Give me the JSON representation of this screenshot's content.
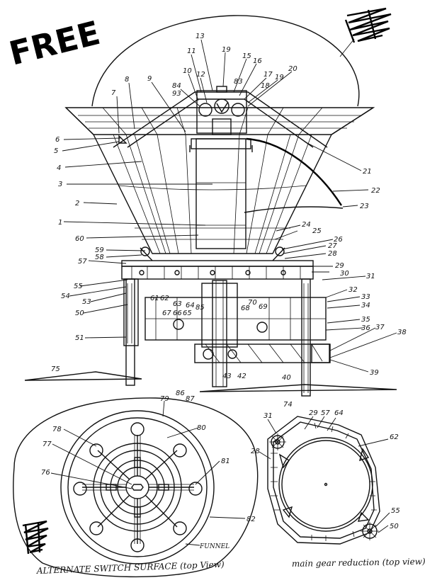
{
  "stamp": "FREE",
  "captions": {
    "switch": "ALTERNATE SWITCH SURFACE (top View)",
    "gear": "main gear reduction (top view)",
    "funnel": "FUNNEL"
  },
  "labels": {
    "l1": "1",
    "l2": "2",
    "l3": "3",
    "l4": "4",
    "l5": "5",
    "l6": "6",
    "l7": "7",
    "l8": "8",
    "l9": "9",
    "l10": "10",
    "l11": "11",
    "l12": "12",
    "l13": "13",
    "l15": "15",
    "l16": "16",
    "l17": "17",
    "l18": "18",
    "l19": "19",
    "l19b": "19",
    "l20": "20",
    "l21": "21",
    "l22": "22",
    "l23": "23",
    "l24": "24",
    "l25": "25",
    "l26": "26",
    "l27": "27",
    "l28": "28",
    "l29": "29",
    "l30": "30",
    "l31": "31",
    "l32": "32",
    "l33": "33",
    "l34": "34",
    "l35": "35",
    "l36": "36",
    "l37": "37",
    "l38": "38",
    "l39": "39",
    "l40": "40",
    "l42": "42",
    "l43": "43",
    "l50": "50",
    "l51": "51",
    "l53": "53",
    "l54": "54",
    "l55": "55",
    "l57": "57",
    "l58": "58",
    "l59": "59",
    "l60": "60",
    "l61": "61",
    "l62": "62",
    "l63": "63",
    "l64": "64",
    "l65": "65",
    "l66": "66",
    "l67": "67",
    "l68": "68",
    "l69": "69",
    "l70": "70",
    "l74": "74",
    "l75": "75",
    "l76": "76",
    "l77": "77",
    "l78": "78",
    "l79": "79",
    "l80": "80",
    "l81": "81",
    "l82": "82",
    "l83": "83",
    "l84": "84",
    "l85": "85",
    "l86": "86",
    "l87": "87",
    "l93": "93",
    "g28": "28",
    "g29": "29",
    "g31": "31",
    "g55": "55",
    "g57": "57",
    "g62": "62",
    "g64": "64",
    "g50": "50"
  }
}
